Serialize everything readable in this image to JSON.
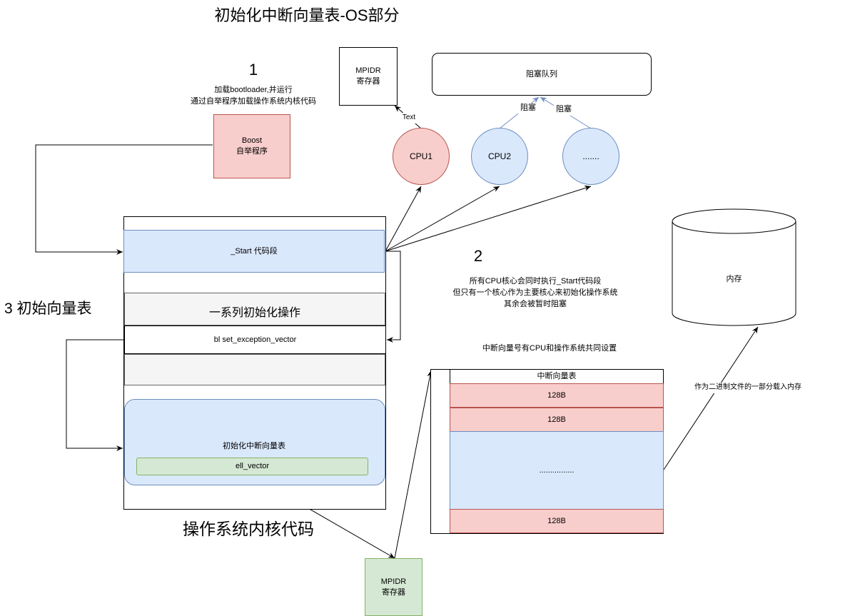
{
  "title": "初始化中断向量表-OS部分",
  "step1": {
    "number": "1",
    "desc": "加载bootloader,并运行\n通过自举程序加载操作系统内核代码"
  },
  "boost_box": "Boost\n自举程序",
  "mpidr_top": "MPIDR\n寄存器",
  "block_queue": "阻塞队列",
  "cpus": {
    "cpu1": "CPU1",
    "cpu2": "CPU2",
    "cpu3": "......."
  },
  "edge_labels": {
    "text": "Text",
    "block1": "阻塞",
    "block2": "阻塞"
  },
  "kernel": {
    "start_segment": "_Start 代码段",
    "init_ops": "一系列初始化操作",
    "bl_call": "bl set_exception_vector",
    "init_vector": "初始化中断向量表",
    "ell_vector": "ell_vector",
    "label": "操作系统内核代码"
  },
  "step3_label": "3 初始向量表",
  "step2": {
    "number": "2",
    "desc": "所有CPU核心会同时执行_Start代码段\n但只有一个核心作为主要核心来初始化操作系统\n其余会被暂时阻塞"
  },
  "memory": "内存",
  "vector_table": {
    "caption": "中断向量号有CPU和操作系统共同设置",
    "header": "中断向量表",
    "rows": [
      "128B",
      "128B",
      "................",
      "128B"
    ]
  },
  "load_note": "作为二进制文件的一部分载入内存",
  "mpidr_bottom": "MPIDR\n寄存器"
}
